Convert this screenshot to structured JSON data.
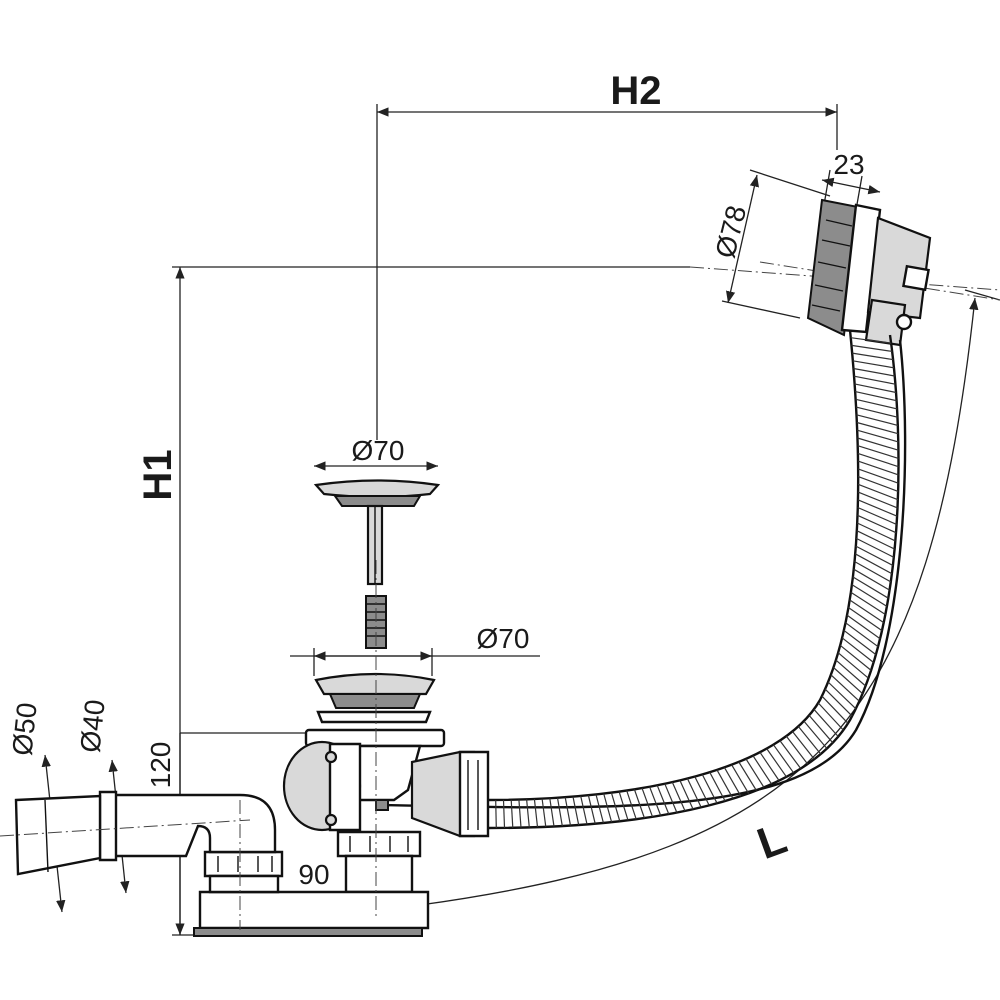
{
  "labels": {
    "h2": "H2",
    "h1": "H1",
    "l": "L",
    "d78": "Ø78",
    "d23": "23",
    "d70_top": "Ø70",
    "d70_mid": "Ø70",
    "d50": "Ø50",
    "d40": "Ø40",
    "d120": "120",
    "d90": "90"
  }
}
